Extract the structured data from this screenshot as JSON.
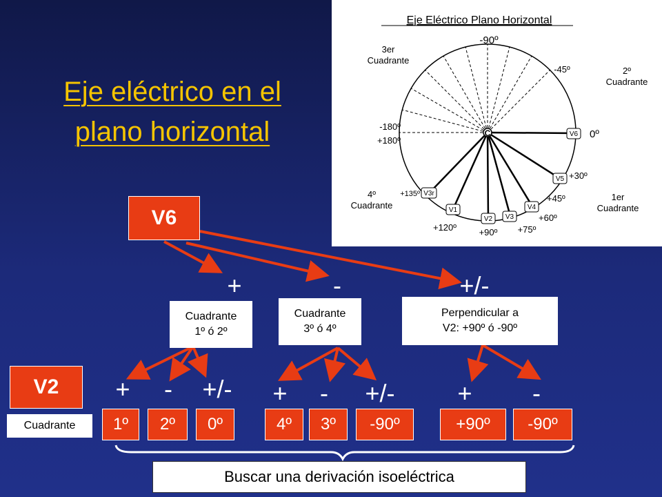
{
  "slide_title": [
    "Eje eléctrico en el",
    "plano horizontal"
  ],
  "diagram": {
    "title": "Eje Eléctrico Plano Horizontal",
    "center_label": "C",
    "angles": {
      "m90": "-90º",
      "m45": "-45º",
      "zero": "0º",
      "m180": "-180º",
      "p180": "+180º",
      "p30": "+30º",
      "p45": "+45º",
      "p60": "+60º",
      "p75": "+75º",
      "p90": "+90º",
      "p120": "+120º",
      "p135": "+135º"
    },
    "quadrants": {
      "q3": [
        "3er",
        "Cuadrante"
      ],
      "q2": [
        "2º",
        "Cuadrante"
      ],
      "q4": [
        "4º",
        "Cuadrante"
      ],
      "q1": [
        "1er",
        "Cuadrante"
      ]
    },
    "leads": [
      "V1",
      "V2",
      "V3",
      "V4",
      "V5",
      "V6",
      "V3r"
    ]
  },
  "v6_box": "V6",
  "v2_box": "V2",
  "cuadrante_label": "Cuadrante",
  "level1": [
    {
      "sign": "+",
      "lines": [
        "Cuadrante",
        "1º ó 2º"
      ]
    },
    {
      "sign": "-",
      "lines": [
        "Cuadrante",
        "3º ó 4º"
      ]
    },
    {
      "sign": "+/-",
      "lines": [
        "Perpendicular a",
        "V2: +90º ó -90º"
      ]
    }
  ],
  "level2_signs": [
    "+",
    "-",
    "+/-",
    "+",
    "-",
    "+/-",
    "+",
    "-"
  ],
  "results": [
    "1º",
    "2º",
    "0º",
    "4º",
    "3º",
    "-90º",
    "+90º",
    "-90º"
  ],
  "bottom_label": "Buscar una derivación isoeléctrica",
  "colors": {
    "title": "#f5c400",
    "box": "#e83c14",
    "arrow": "#e83c14",
    "background": "#1c2a7a"
  }
}
